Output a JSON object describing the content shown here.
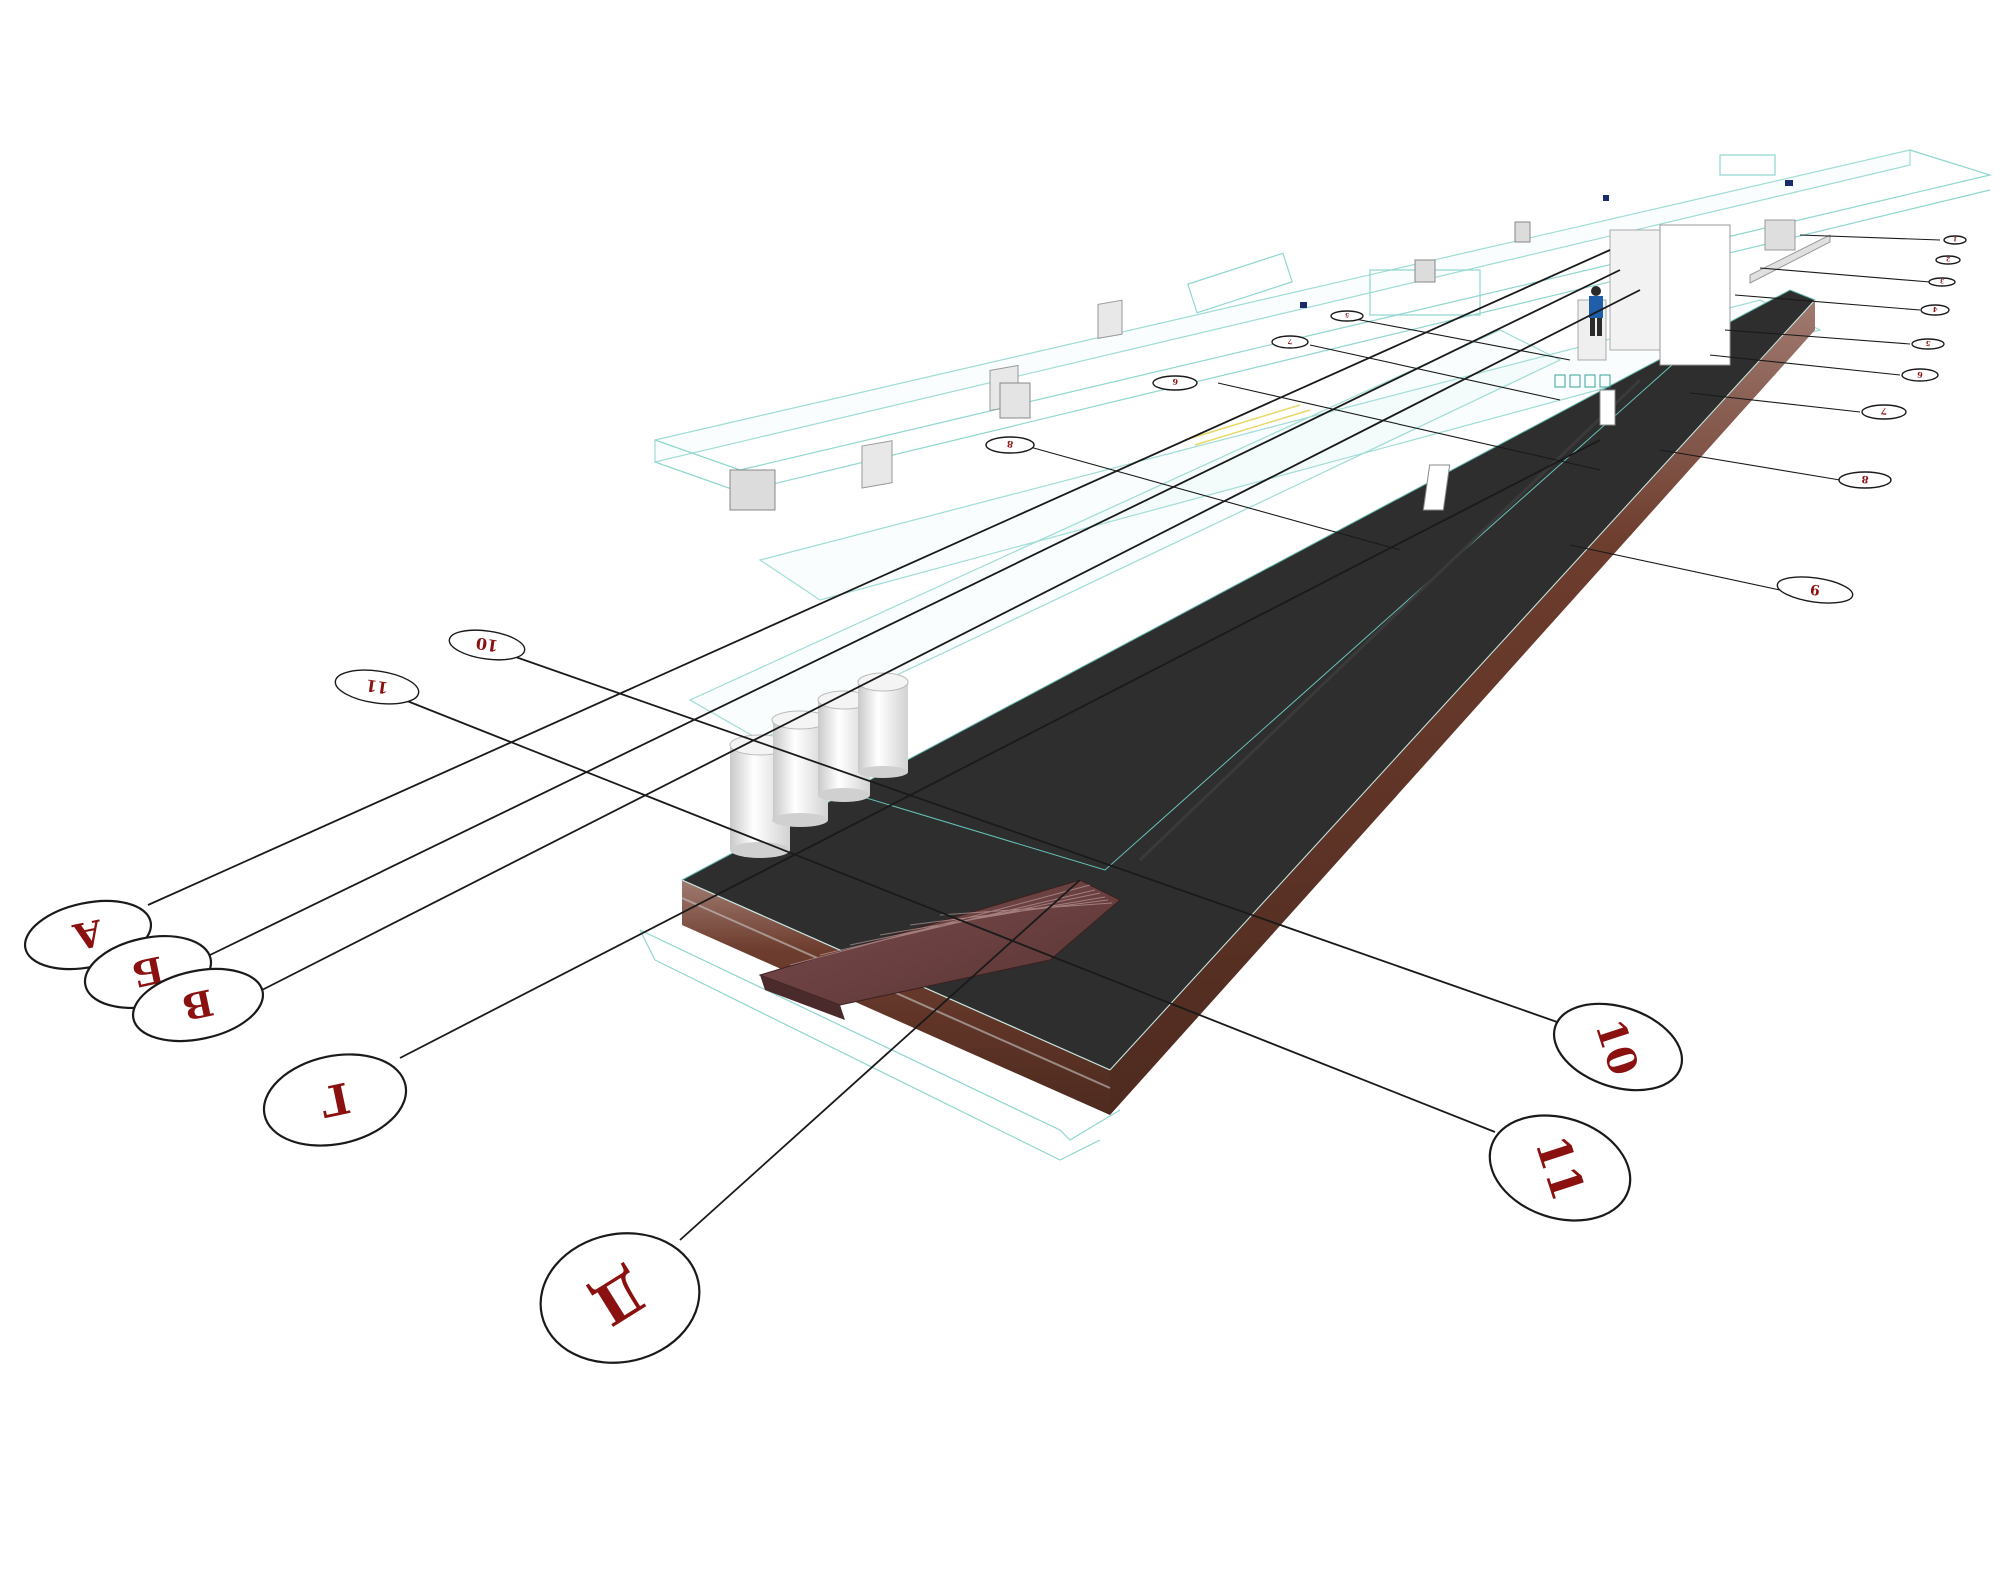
{
  "colors": {
    "background": "#ffffff",
    "slab_top": "#2e2e2e",
    "slab_side_soil": "#6b3f30",
    "wireframe": "#8fd6cf",
    "label_text": "#8b1010",
    "leader_line": "#1a1a1a",
    "person_shirt": "#1f5ea8"
  },
  "axis_labels": {
    "A": "А",
    "B": "Б",
    "V": "В",
    "G": "Г",
    "D": "Д",
    "n10": "10",
    "n11": "11",
    "n10_far": "10",
    "n11_far": "11",
    "n9": "9",
    "n8": "8",
    "n7": "7",
    "n6": "6",
    "n5": "5",
    "n4": "4",
    "n3": "3",
    "n2": "2",
    "n1": "1",
    "nW8": "8",
    "nW6": "6",
    "nW7": "7",
    "nW5": "5"
  }
}
